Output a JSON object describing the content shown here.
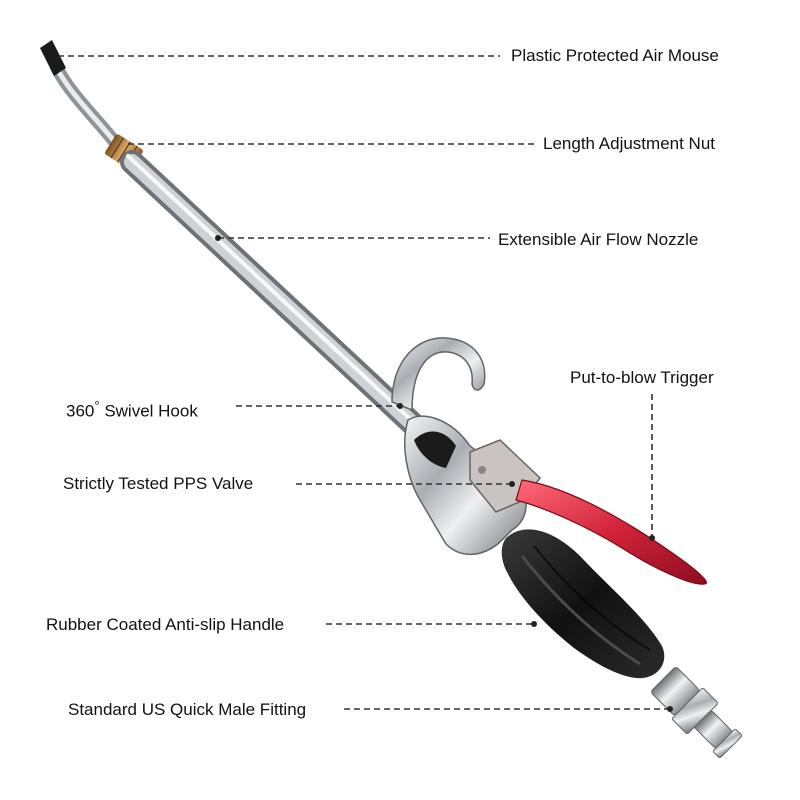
{
  "callouts": {
    "air_mouse": "Plastic Protected Air Mouse",
    "adjust_nut": "Length Adjustment Nut",
    "nozzle": "Extensible Air Flow Nozzle",
    "trigger": "Put-to-blow Trigger",
    "hook_number": "360",
    "hook_degree": "°",
    "hook_text": "Swivel Hook",
    "valve": "Strictly Tested PPS Valve",
    "handle": "Rubber Coated Anti-slip Handle",
    "fitting": "Standard US Quick Male Fitting"
  },
  "colors": {
    "trigger": "#d2233a",
    "handle": "#1c1c1c",
    "chrome": "#bfc3c7",
    "brass": "#b07a3a"
  }
}
